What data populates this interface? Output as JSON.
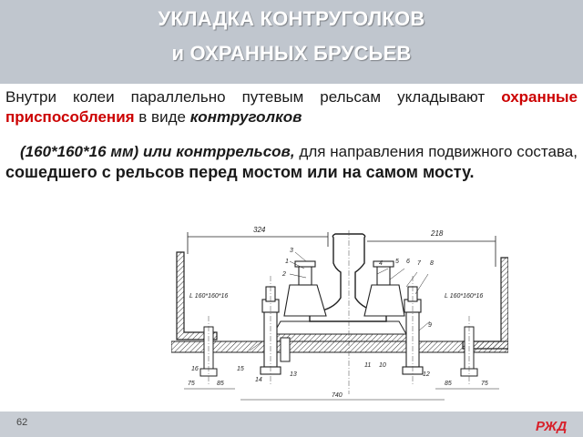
{
  "title": {
    "line1": "УКЛАДКА КОНТРУГОЛКОВ",
    "line2": "и ОХРАННЫХ БРУСЬЕВ"
  },
  "paragraph1": {
    "part1": "Внутри колеи параллельно путевым рельсам укладывают ",
    "part2": "охранные приспособления",
    "part3": " в виде ",
    "part4": "контруголков"
  },
  "paragraph2": {
    "part1": "(160*160*16 мм) или контррельсов,",
    "part2": " для направления подвижного состава, ",
    "part3": "сошедшего с рельсов перед мостом или на самом мосту."
  },
  "drawing": {
    "dim_top_left": "324",
    "dim_top_right": "218",
    "dim_bottom": "740",
    "angle_label_left": "L 160*160*16",
    "angle_label_right": "L 160*160*16",
    "dim_left_1": "75",
    "dim_left_2": "85",
    "dim_right_1": "85",
    "dim_right_2": "75",
    "parts": [
      "1",
      "2",
      "3",
      "4",
      "5",
      "6",
      "7",
      "8",
      "9",
      "10",
      "11",
      "12",
      "13",
      "14",
      "15",
      "16"
    ]
  },
  "footer": {
    "page_number": "62",
    "logo_text": "РЖД"
  },
  "colors": {
    "header_bg": "#c0c6ce",
    "footer_bg": "#c8cdd4",
    "accent_red": "#cc0000",
    "logo_red": "#d8202a"
  }
}
